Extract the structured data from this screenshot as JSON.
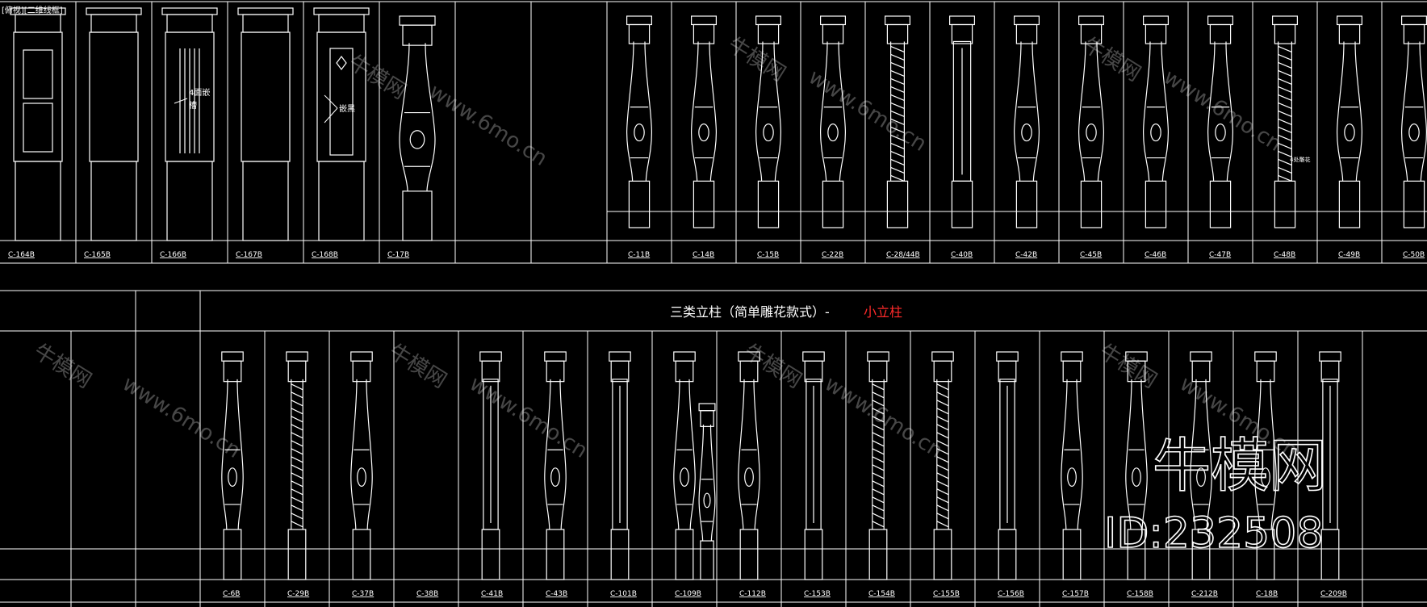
{
  "tab_label": "[俯视][二维线框]",
  "section_title": "三类立柱（简单雕花款式）-",
  "section_title_highlight": "小立柱",
  "annotations": {
    "a1_line1": "4面嵌",
    "a1_line2": "槽",
    "a2": "嵌黑",
    "a3": "4处雕花"
  },
  "watermark": {
    "brand": "牛模网",
    "url": "www.6mo.cn",
    "logo_text": "牛模网",
    "id_text": "ID:232508"
  },
  "top_left_items": [
    "C-164B",
    "C-165B",
    "C-166B",
    "C-167B",
    "C-168B",
    "C-17B",
    "",
    ""
  ],
  "top_right_items": [
    "C-11B",
    "C-14B",
    "C-15B",
    "C-22B",
    "C-28/44B",
    "C-40B",
    "C-42B",
    "C-45B",
    "C-46B",
    "C-47B",
    "C-48B",
    "C-49B",
    "C-50B"
  ],
  "bottom_items": [
    "C-6B",
    "C-29B",
    "C-37B",
    "C-38B",
    "C-41B",
    "C-43B",
    "C-101B",
    "C-109B",
    "C-112B",
    "C-153B",
    "C-154B",
    "C-155B",
    "C-156B",
    "C-157B",
    "C-158B",
    "C-212B",
    "C-18B",
    "C-209B"
  ],
  "colors": {
    "background": "#000000",
    "line": "#ffffff",
    "highlight": "#ff2a2a"
  }
}
